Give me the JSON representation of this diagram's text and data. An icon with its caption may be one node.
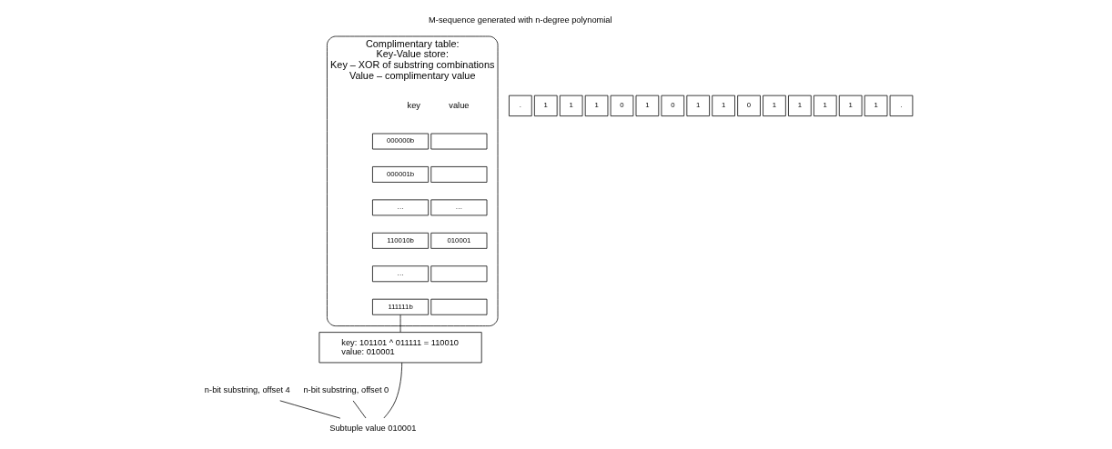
{
  "diagram": {
    "nodes": [
      {
        "text": [
          "Complimentary table:",
          "Key-Value store:",
          "Key – XOR of substring combinations",
          "Value – complimentary value"
        ]
      },
      {
        "text": [
          "000000b"
        ],
        "in": 0
      },
      {
        "text": [],
        "shape": "box",
        "in": 0
      },
      {
        "text": [
          "000001b"
        ],
        "in": 0
      },
      {
        "text": [],
        "shape": "box",
        "in": 0
      },
      {
        "text": [
          "…"
        ],
        "in": 0
      },
      {
        "text": [
          "…"
        ],
        "in": 0
      },
      {
        "text": [
          "110010b"
        ],
        "in": 0
      },
      {
        "text": [
          "010001"
        ],
        "in": 0
      },
      {
        "text": [
          "…"
        ],
        "in": 0
      },
      {
        "text": [],
        "shape": "box",
        "in": 0
      },
      {
        "text": [
          "111111b"
        ],
        "in": 0
      },
      {
        "text": [],
        "shape": "box",
        "in": 0
      },
      {
        "text": [
          "key: 101101 ^ 011111 = 110010",
          "value: 010001"
        ]
      },
      {
        "text": [
          "."
        ]
      },
      {
        "text": [
          "1"
        ]
      },
      {
        "text": [
          "1"
        ]
      },
      {
        "text": [
          "1"
        ]
      },
      {
        "text": [
          "0"
        ]
      },
      {
        "text": [
          "1"
        ]
      },
      {
        "text": [
          "0"
        ]
      },
      {
        "text": [
          "1"
        ]
      },
      {
        "text": [
          "1"
        ]
      },
      {
        "text": [
          "0"
        ]
      },
      {
        "text": [
          "1"
        ]
      },
      {
        "text": [
          "1"
        ]
      },
      {
        "text": [
          "1"
        ]
      },
      {
        "text": [
          "1"
        ]
      },
      {
        "text": [
          "1"
        ]
      },
      {
        "text": [
          "."
        ]
      },
      {
        "text": [
          "n-bit substring, offset 4"
        ]
      },
      {
        "text": [
          "n-bit substring, offset 0"
        ]
      },
      {
        "text": [
          "Subtuple value 010001"
        ]
      }
    ],
    "edges": [
      {
        "from": 11,
        "to": 13,
        "arrow": "none"
      },
      {
        "from": 32,
        "to": 13,
        "arrow": "none"
      },
      {
        "from": 30,
        "to": 32,
        "arrow": "none"
      },
      {
        "from": 31,
        "to": 32,
        "arrow": "none"
      }
    ],
    "labels": [
      "M-sequence generated with n-degree polynomial",
      "key",
      "value"
    ]
  }
}
